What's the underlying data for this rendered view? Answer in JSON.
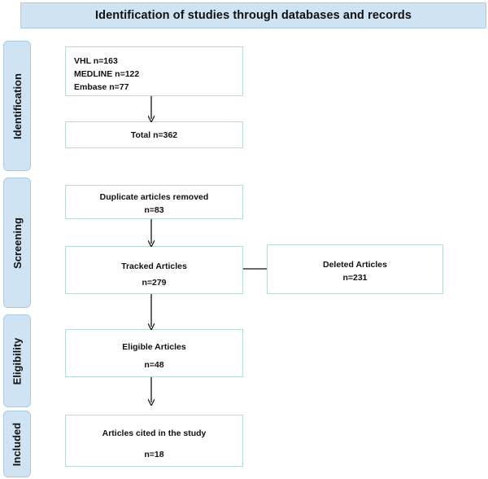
{
  "header": {
    "title": "Identification of studies through databases and records"
  },
  "stages": [
    {
      "label": "Identification"
    },
    {
      "label": "Screening"
    },
    {
      "label": "Eligibility"
    },
    {
      "label": "Included"
    }
  ],
  "boxes": {
    "sources": {
      "lines": [
        "VHL n=163",
        "MEDLINE n=122",
        "Embase n=77"
      ]
    },
    "total": {
      "lines": [
        "Total n=362"
      ]
    },
    "duplicates": {
      "lines": [
        "Duplicate articles removed",
        "n=83"
      ]
    },
    "tracked": {
      "lines": [
        "Tracked Articles",
        "n=279"
      ]
    },
    "deleted": {
      "lines": [
        "Deleted Articles",
        "n=231"
      ]
    },
    "eligible": {
      "lines": [
        "Eligible Articles",
        "n=48"
      ]
    },
    "included": {
      "lines": [
        "Articles cited in the study",
        "n=18"
      ]
    }
  },
  "colors": {
    "stage_fill": "#cfe3f3",
    "stage_border": "#a9cce6",
    "box_border": "#b9dcd8",
    "arrow": "#111111"
  }
}
